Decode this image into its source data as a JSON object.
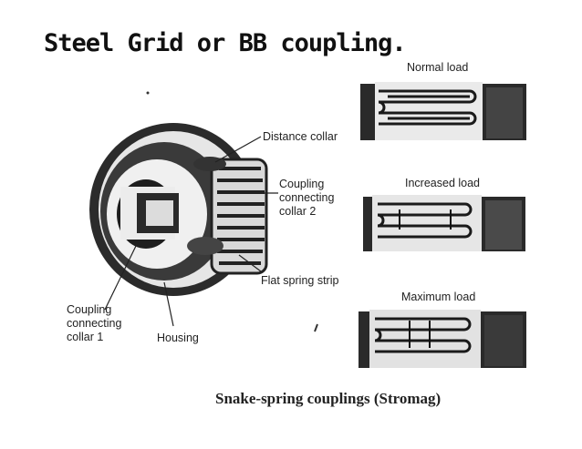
{
  "slide": {
    "title": "Steel Grid or BB coupling."
  },
  "main_figure": {
    "labels": {
      "distance_collar": "Distance collar",
      "coupling_collar_2": "Coupling\nconnecting\ncollar 2",
      "flat_spring_strip": "Flat spring strip",
      "coupling_collar_1": "Coupling\nconnecting\ncollar 1",
      "housing": "Housing"
    }
  },
  "load_panels": [
    {
      "label": "Normal load"
    },
    {
      "label": "Increased load"
    },
    {
      "label": "Maximum load"
    }
  ],
  "caption": "Snake-spring couplings (Stromag)"
}
